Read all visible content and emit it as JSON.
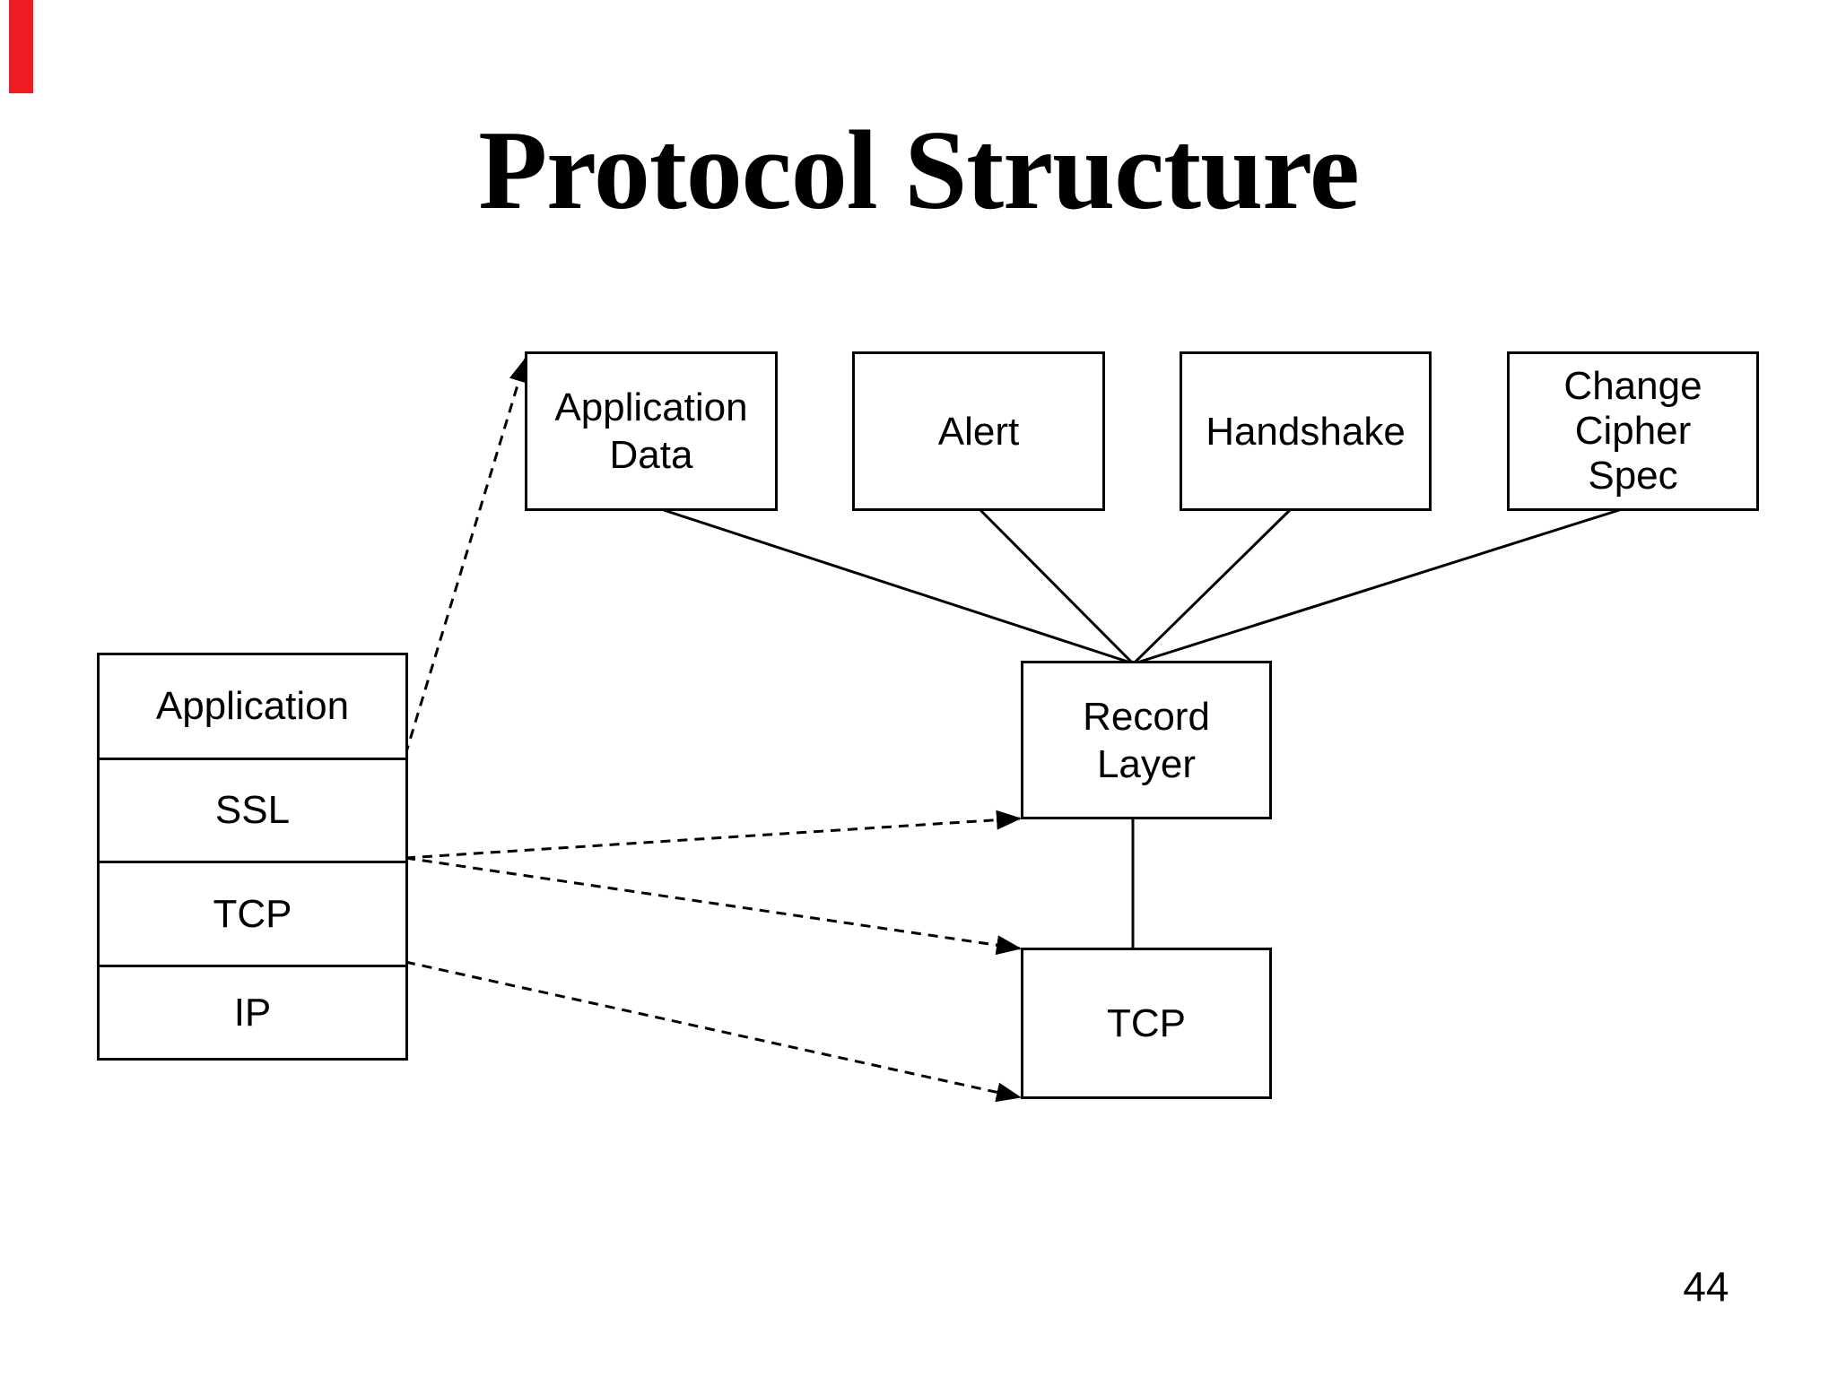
{
  "slide": {
    "title": "Protocol Structure",
    "page_number": "44",
    "accent_color": "#ed1c24",
    "line_color": "#000000",
    "background_color": "#ffffff"
  },
  "boxes": {
    "application_data": {
      "line1": "Application",
      "line2": "Data"
    },
    "alert": {
      "label": "Alert"
    },
    "handshake": {
      "label": "Handshake"
    },
    "change_cipher_spec": {
      "line1": "Change",
      "line2": "Cipher",
      "line3": "Spec"
    },
    "record_layer": {
      "line1": "Record",
      "line2": "Layer"
    },
    "tcp_node": {
      "label": "TCP"
    }
  },
  "protocol_stack": {
    "layers": [
      {
        "label": "Application"
      },
      {
        "label": "SSL"
      },
      {
        "label": "TCP"
      },
      {
        "label": "IP"
      }
    ]
  },
  "connections": {
    "solid": [
      "Application Data -> Record Layer",
      "Alert -> Record Layer",
      "Handshake -> Record Layer",
      "Change Cipher Spec -> Record Layer",
      "Record Layer -> TCP"
    ],
    "dashed_arrows": [
      "Application/SSL boundary -> Application Data",
      "SSL/TCP boundary -> Record Layer",
      "SSL/TCP boundary -> TCP",
      "TCP/IP boundary -> TCP"
    ]
  }
}
